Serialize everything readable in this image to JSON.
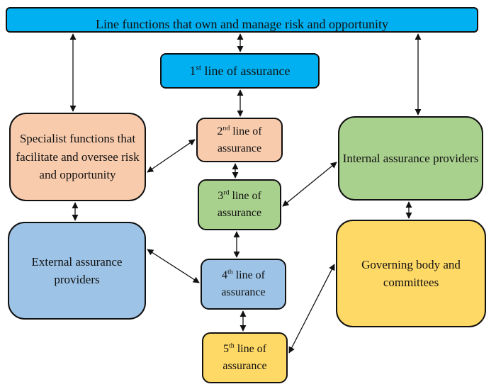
{
  "diagram": {
    "top_bar": "Line functions that own and manage risk and opportunity",
    "lines": [
      {
        "num": "1",
        "sup": "st",
        "text": " line of assurance"
      },
      {
        "num": "2",
        "sup": "nd",
        "text": " line of assurance"
      },
      {
        "num": "3",
        "sup": "rd",
        "text": " line of assurance"
      },
      {
        "num": "4",
        "sup": "th",
        "text": " line of assurance"
      },
      {
        "num": "5",
        "sup": "th",
        "text": " line of assurance"
      }
    ],
    "specialist": "Specialist functions that facilitate and oversee risk and opportunity",
    "external": "External assurance providers",
    "internal": "Internal assurance providers",
    "governing": "Governing body and committees"
  },
  "colors": {
    "top_bar": "#00b0f0",
    "peach": "#f8cbad",
    "green": "#a9d18e",
    "steel_blue": "#9dc3e6",
    "gold": "#ffd966"
  }
}
